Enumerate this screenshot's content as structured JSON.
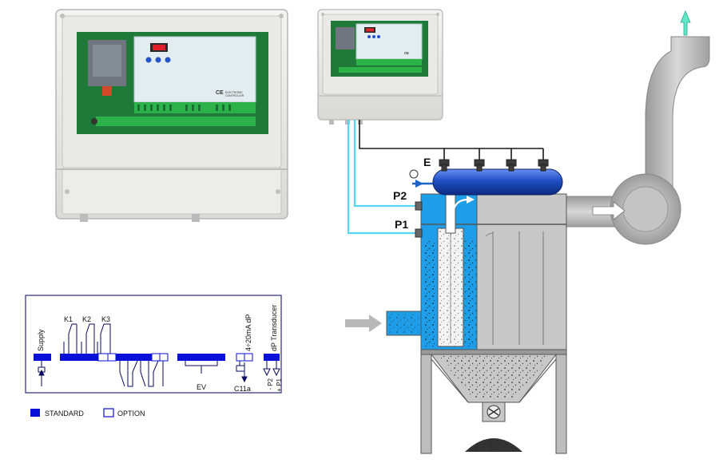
{
  "controller": {
    "ce_mark": "CE",
    "label_line1": "ELECTRONIC",
    "label_line2": "CONTROLLER"
  },
  "labels": {
    "solenoid": "E",
    "pressure_high": "P2",
    "pressure_low": "P1"
  },
  "wiring": {
    "supply": "Supply",
    "relay1": "K1",
    "relay2": "K2",
    "relay3": "K3",
    "analog_out": "4÷20mA dP",
    "transducer": "dP Transducer",
    "valves": "EV",
    "c11a": "C11a",
    "p2_terminal": "- P2",
    "p1_terminal": "+ P1"
  },
  "legend": {
    "standard": "STANDARD",
    "option": "OPTION"
  },
  "colors": {
    "terminal_standard": "#0a10d8",
    "terminal_option": "#ffffff",
    "filter_blue": "#1e9ee8",
    "pneumatic_line": "#55d6f0",
    "housing_grey": "#c8c8c8",
    "header_tank": "#1f4fc4"
  }
}
